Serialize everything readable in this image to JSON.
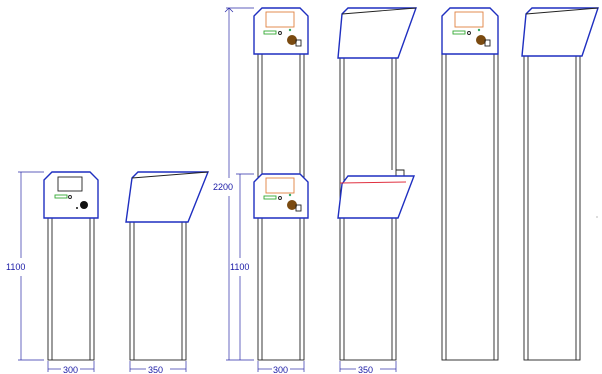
{
  "drawing": {
    "dimensions": {
      "height_single": "1100",
      "height_double_total": "2200",
      "height_double_lower": "1100",
      "width_kiosk": "300",
      "width_canopy": "350"
    }
  }
}
